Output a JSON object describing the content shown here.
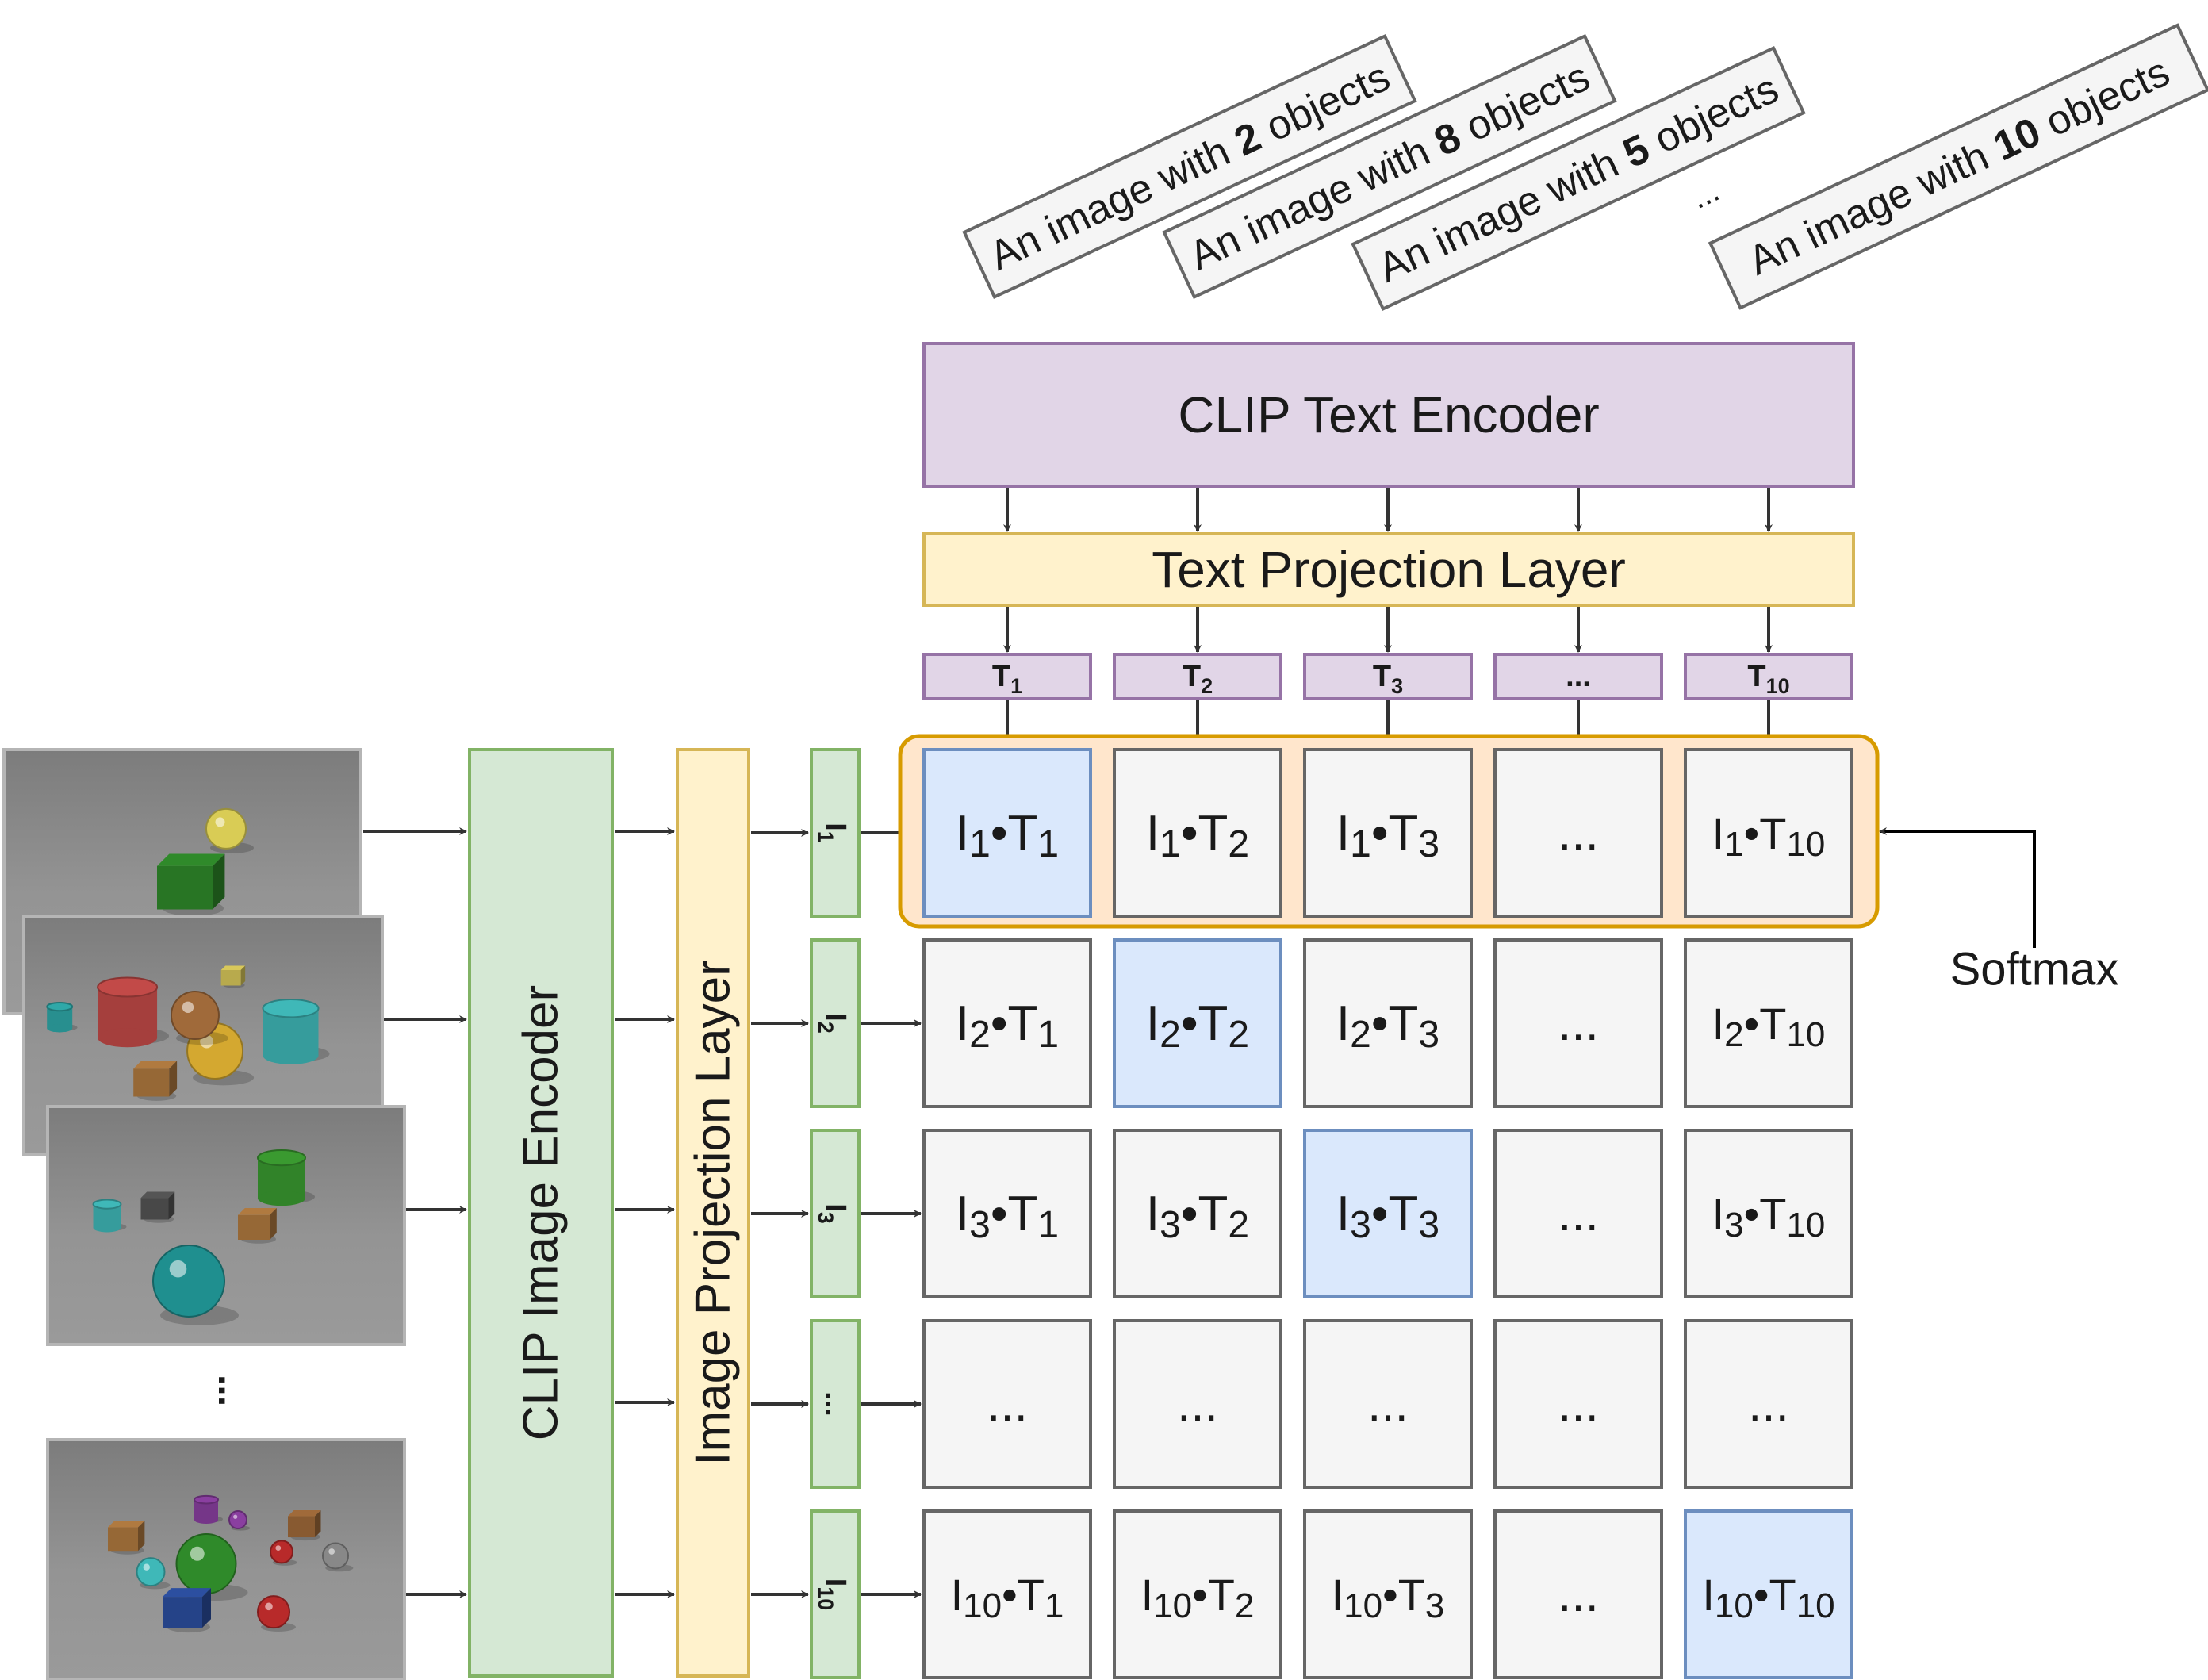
{
  "prompts": [
    {
      "prefix": "An image with ",
      "number": "2",
      "suffix": " objects"
    },
    {
      "prefix": "An image with ",
      "number": "8",
      "suffix": " objects"
    },
    {
      "prefix": "An image with ",
      "number": "5",
      "suffix": " objects"
    },
    {
      "prefix": "An image with ",
      "number": "10",
      "suffix": " objects"
    }
  ],
  "prompt_ellipsis": "...",
  "text_encoder": "CLIP Text Encoder",
  "text_projection": "Text Projection Layer",
  "image_encoder": "CLIP Image Encoder",
  "image_projection": "Image Projection Layer",
  "text_embeddings": [
    {
      "base": "T",
      "sub": "1"
    },
    {
      "base": "T",
      "sub": "2"
    },
    {
      "base": "T",
      "sub": "3"
    },
    {
      "base": "...",
      "sub": ""
    },
    {
      "base": "T",
      "sub": "10"
    }
  ],
  "image_embeddings": [
    {
      "base": "I",
      "sub": "1"
    },
    {
      "base": "I",
      "sub": "2"
    },
    {
      "base": "I",
      "sub": "3"
    },
    {
      "base": "...",
      "sub": ""
    },
    {
      "base": "I",
      "sub": "10"
    }
  ],
  "image_ellipsis": "...",
  "softmax_label": "Softmax",
  "cell_ellipsis": "...",
  "colors": {
    "purple_fill": "#e1d5e7",
    "purple_stroke": "#9673a6",
    "yellow_fill": "#fff2cc",
    "yellow_stroke": "#d6b656",
    "green_fill": "#d5e8d4",
    "green_stroke": "#82b366",
    "blue_fill": "#dae8fc",
    "blue_stroke": "#6c8ebf",
    "grey_fill": "#f5f5f5",
    "grey_stroke": "#666666",
    "orange_fill": "#ffe6cc",
    "orange_stroke": "#d79b00"
  },
  "scenes": [
    {
      "objects": [
        {
          "shape": "cube",
          "color": "#2f8a2a"
        },
        {
          "shape": "sphere",
          "color": "#d9cc55"
        }
      ]
    },
    {
      "objects": [
        {
          "shape": "cylinder",
          "color": "#c24a48"
        },
        {
          "shape": "cylinder",
          "color": "#2fa8a8"
        },
        {
          "shape": "sphere",
          "color": "#d4a830"
        },
        {
          "shape": "sphere",
          "color": "#a06a3a"
        },
        {
          "shape": "cube",
          "color": "#b07a40"
        },
        {
          "shape": "cylinder",
          "color": "#3fb8b8"
        },
        {
          "shape": "cube",
          "color": "#d8c85a"
        }
      ]
    },
    {
      "objects": [
        {
          "shape": "cylinder",
          "color": "#3a9a30"
        },
        {
          "shape": "cylinder",
          "color": "#3fb8b8"
        },
        {
          "shape": "cube",
          "color": "#555555"
        },
        {
          "shape": "cube",
          "color": "#b07a40"
        },
        {
          "shape": "sphere",
          "color": "#1f8f8f"
        }
      ]
    },
    {
      "objects": [
        {
          "shape": "sphere",
          "color": "#2f8a2a"
        },
        {
          "shape": "cube",
          "color": "#2c4fa0"
        },
        {
          "shape": "sphere",
          "color": "#3fb8b8"
        },
        {
          "shape": "cube",
          "color": "#b07a40"
        },
        {
          "shape": "cylinder",
          "color": "#8a3fa0"
        },
        {
          "shape": "sphere",
          "color": "#8a3fa0"
        },
        {
          "shape": "cube",
          "color": "#a06a3a"
        },
        {
          "shape": "sphere",
          "color": "#b82a2a"
        },
        {
          "shape": "sphere",
          "color": "#888888"
        },
        {
          "shape": "sphere",
          "color": "#b82a2a"
        }
      ]
    }
  ]
}
